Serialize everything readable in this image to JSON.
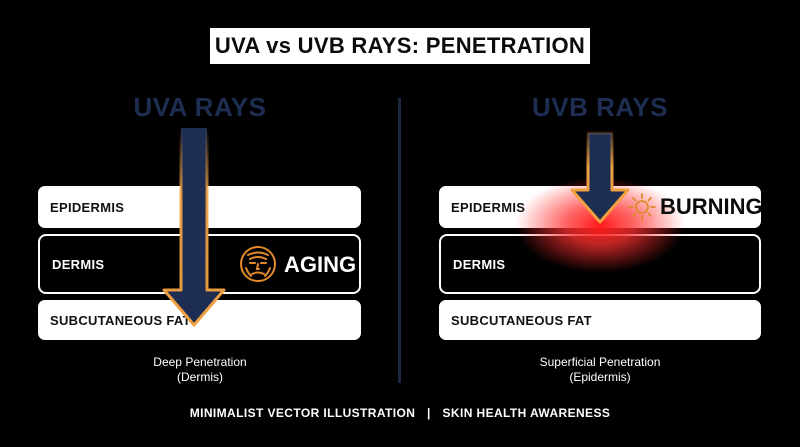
{
  "title": "UVA vs UVB RAYS: PENETRATION",
  "uva": {
    "heading": "UVA RAYS",
    "layers": [
      "EPIDERMIS",
      "DERMIS",
      "SUBCUTANEOUS FAT"
    ],
    "effect": {
      "label": "AGING",
      "icon": "aging-face-icon"
    },
    "caption": {
      "line1": "Deep Penetration",
      "line2": "(Dermis)"
    }
  },
  "uvb": {
    "heading": "UVB RAYS",
    "layers": [
      "EPIDERMIS",
      "DERMIS",
      "SUBCUTANEOUS FAT"
    ],
    "effect": {
      "label": "BURNING",
      "icon": "sun-icon"
    },
    "caption": {
      "line1": "Superficial Penetration",
      "line2": "(Epidermis)"
    }
  },
  "footer": {
    "left": "MINIMALIST VECTOR ILLUSTRATION",
    "separator": "|",
    "right": "SKIN HEALTH AWARENESS"
  },
  "colors": {
    "background": "#000000",
    "arrow_fill": "#1e2d52",
    "arrow_glow": "#f0a040",
    "burn_glow": "#ff2020",
    "aging_icon": "#e08a2a"
  }
}
